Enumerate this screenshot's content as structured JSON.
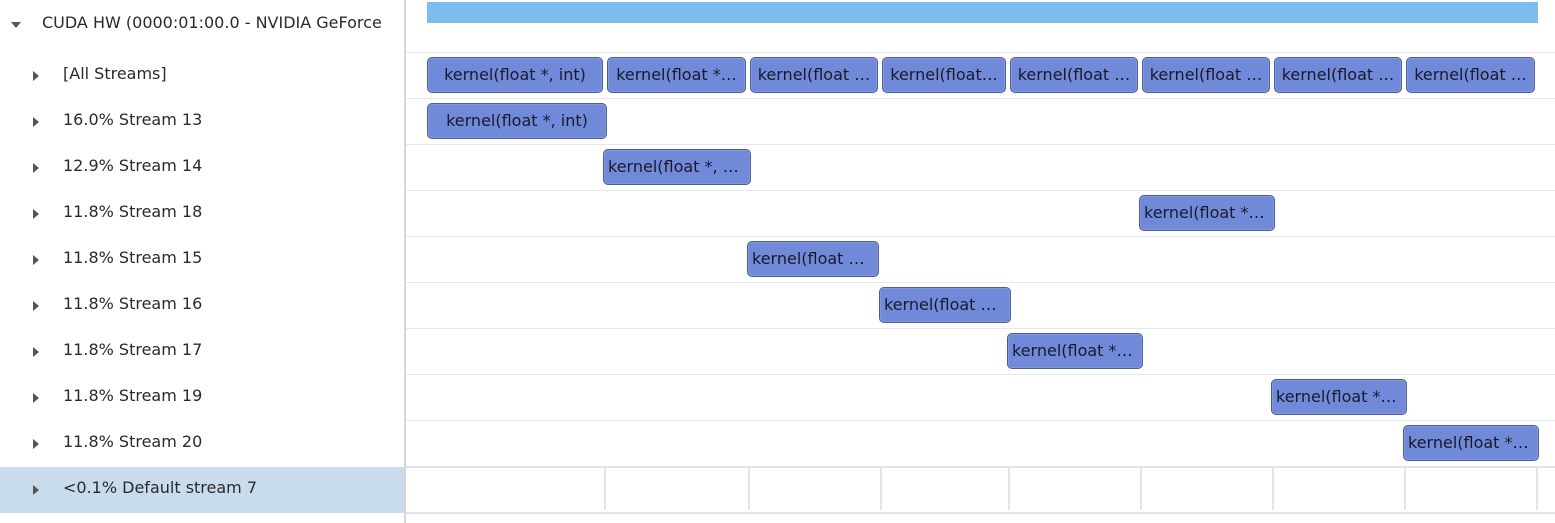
{
  "tree": {
    "root_label": "CUDA HW (0000:01:00.0 - NVIDIA GeForce",
    "rows": [
      {
        "label": "[All Streams]"
      },
      {
        "label": "16.0% Stream 13"
      },
      {
        "label": "12.9% Stream 14"
      },
      {
        "label": "11.8% Stream 18"
      },
      {
        "label": "11.8% Stream 15"
      },
      {
        "label": "11.8% Stream 16"
      },
      {
        "label": "11.8% Stream 17"
      },
      {
        "label": "11.8% Stream 19"
      },
      {
        "label": "11.8% Stream 20"
      },
      {
        "label": "<0.1% Default stream 7"
      }
    ]
  },
  "timeline": {
    "all_streams": [
      "kernel(float *, int)",
      "kernel(float *…",
      "kernel(float …",
      "kernel(float…",
      "kernel(float …",
      "kernel(float …",
      "kernel(float …",
      "kernel(float …"
    ],
    "stream13": "kernel(float *, int)",
    "stream14": "kernel(float *, …",
    "stream18": "kernel(float *…",
    "stream15": "kernel(float …",
    "stream16": "kernel(float …",
    "stream17": "kernel(float *…",
    "stream19": "kernel(float *…",
    "stream20": "kernel(float *…"
  },
  "colors": {
    "kernel_fill": "#7089d8",
    "kernel_border": "#4a5f95",
    "overview_bar": "#7dbdee",
    "selected_row": "#c8dceb"
  },
  "icons": {
    "collapsed": "triangle-right-icon",
    "expanded": "triangle-down-icon"
  }
}
